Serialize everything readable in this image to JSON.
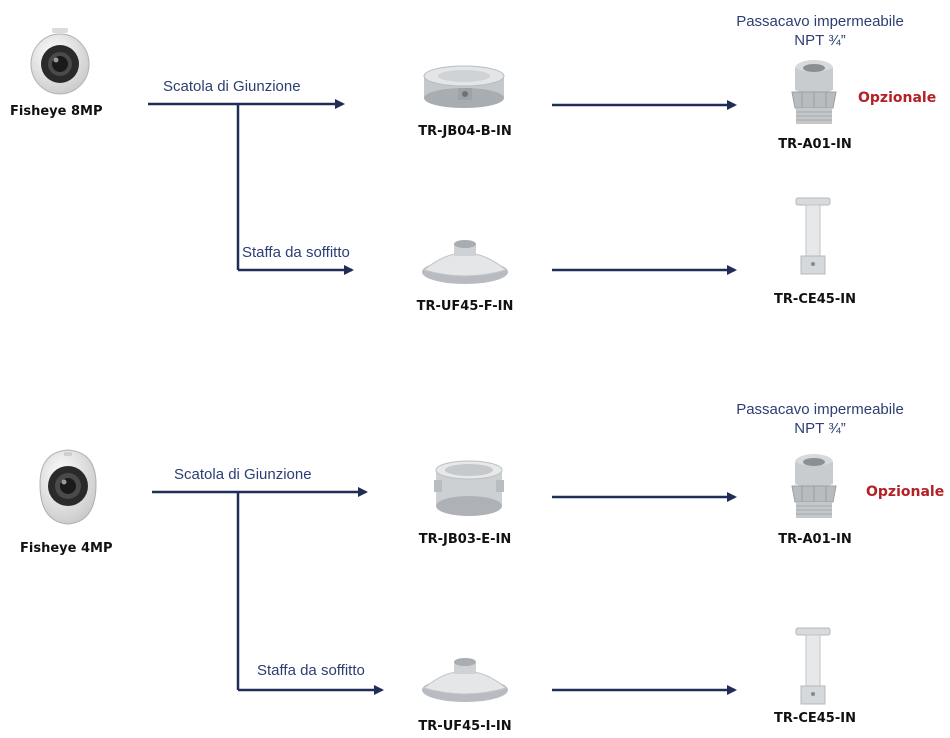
{
  "diagrams": [
    {
      "camera": "Fisheye 8MP",
      "branch_junction": "Scatola di Giunzione",
      "branch_ceiling": "Staffa da soffitto",
      "junction_box": "TR-JB04-B-IN",
      "pendant": "TR-UF45-F-IN",
      "gland_caption": "Passacavo impermeabile NPT ¾”",
      "gland": "TR-A01-IN",
      "optional": "Opzionale",
      "ceiling_mount": "TR-CE45-IN"
    },
    {
      "camera": "Fisheye 4MP",
      "branch_junction": "Scatola di Giunzione",
      "branch_ceiling": "Staffa da soffitto",
      "junction_box": "TR-JB03-E-IN",
      "pendant": "TR-UF45-I-IN",
      "gland_caption": "Passacavo impermeabile NPT ¾”",
      "gland": "TR-A01-IN",
      "optional": "Opzionale",
      "ceiling_mount": "TR-CE45-IN"
    }
  ],
  "colors": {
    "line": "#1f2d57",
    "caption": "#2c3e73",
    "optional": "#b52025"
  }
}
